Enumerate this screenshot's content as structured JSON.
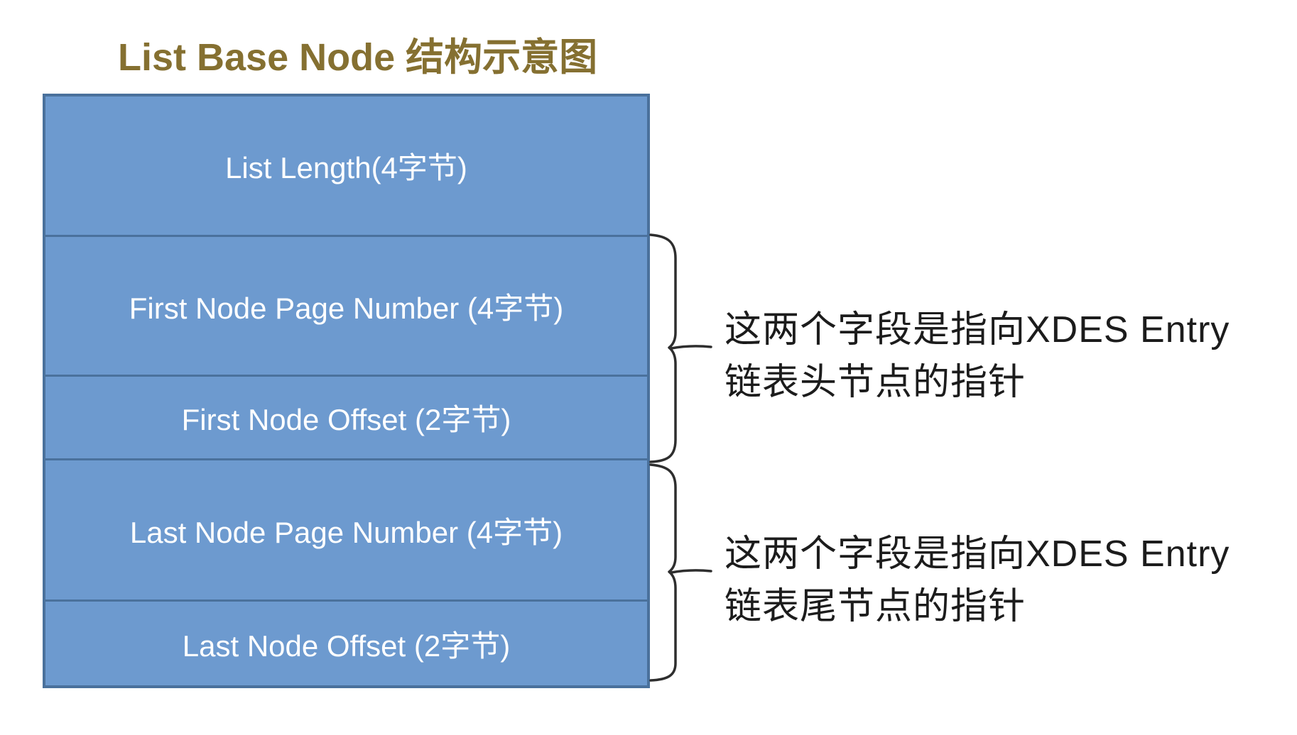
{
  "title": "List Base Node 结构示意图",
  "box": {
    "rows": [
      {
        "label": "List Length(4字节)"
      },
      {
        "label": "First Node Page Number (4字节)"
      },
      {
        "label": "First Node Offset (2字节)"
      },
      {
        "label": "Last Node Page Number (4字节)"
      },
      {
        "label": "Last Node Offset (2字节)"
      }
    ]
  },
  "annotations": [
    {
      "lines": [
        "这两个字段是指向XDES Entry",
        "链表头节点的指针"
      ]
    },
    {
      "lines": [
        "这两个字段是指向XDES Entry",
        "链表尾节点的指针"
      ]
    }
  ],
  "colors": {
    "title_text": "#857031",
    "box_fill": "#6D9ACF",
    "box_border": "#4A719C",
    "row_text": "#FFFFFF",
    "annotation_text": "#1C1C1C",
    "brace_stroke": "#2E2E2E"
  }
}
